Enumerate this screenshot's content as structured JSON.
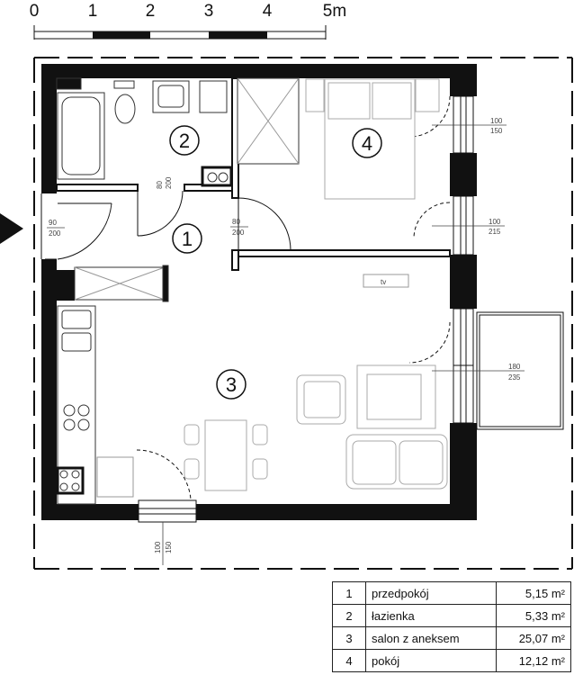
{
  "scale_bar": {
    "ticks": [
      "0",
      "1",
      "2",
      "3",
      "4",
      "5m"
    ]
  },
  "rooms": [
    {
      "number": "1",
      "name": "przedpokój",
      "area": "5,15 m²"
    },
    {
      "number": "2",
      "name": "łazienka",
      "area": "5,33 m²"
    },
    {
      "number": "3",
      "name": "salon z aneksem",
      "area": "25,07 m²"
    },
    {
      "number": "4",
      "name": "pokój",
      "area": "12,12 m²"
    }
  ],
  "doors": {
    "entry": {
      "width": "90",
      "height": "200"
    },
    "bathroom": {
      "width": "80",
      "height": "200"
    },
    "bedroom": {
      "width": "80",
      "height": "200"
    }
  },
  "windows": {
    "bedroom_top": {
      "width": "100",
      "height": "150"
    },
    "bedroom_bottom": {
      "width": "100",
      "height": "215"
    },
    "living_balcony": {
      "width": "180",
      "height": "235"
    },
    "kitchen_bottom": {
      "width": "100",
      "height": "150"
    }
  },
  "appliance_labels": {
    "tv": "tv"
  }
}
